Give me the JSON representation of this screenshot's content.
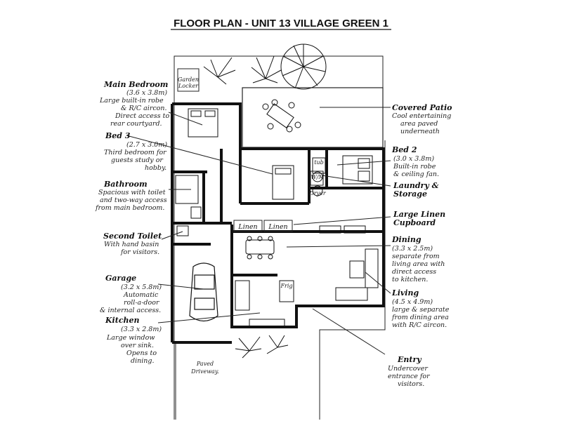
{
  "title": "FLOOR PLAN - UNIT 13 VILLAGE GREEN 1",
  "labels": {
    "main_bedroom": {
      "name": "Main Bedroom",
      "size": "(3.6 x 3.8m)",
      "lines": [
        "Large built-in robe",
        "& R/C aircon.",
        "Direct access to",
        "rear courtyard."
      ]
    },
    "bed3": {
      "name": "Bed 3",
      "size": "(2.7 x 3.0m)",
      "lines": [
        "Third bedroom for",
        "guests study or",
        "hobby."
      ]
    },
    "bathroom": {
      "name": "Bathroom",
      "lines": [
        "Spacious with toilet",
        "and two-way access",
        "from main bedroom."
      ]
    },
    "second_toilet": {
      "name": "Second Toilet",
      "lines": [
        "With hand basin",
        "for visitors."
      ]
    },
    "garage": {
      "name": "Garage",
      "size": "(3.2 x 5.8m)",
      "lines": [
        "Automatic",
        "roll-a-door",
        "& internal access."
      ]
    },
    "kitchen": {
      "name": "Kitchen",
      "size": "(3.3 x 2.8m)",
      "lines": [
        "Large window",
        "over sink.",
        "Opens to",
        "dining."
      ]
    },
    "covered_patio": {
      "name": "Covered Patio",
      "lines": [
        "Cool entertaining",
        "area paved",
        "underneath"
      ]
    },
    "bed2": {
      "name": "Bed 2",
      "size": "(3.0 x 3.8m)",
      "lines": [
        "Built-in robe",
        "& ceiling fan."
      ]
    },
    "laundry": {
      "name": "Laundry &",
      "name2": "Storage"
    },
    "linen_cupboard": {
      "name": "Large Linen",
      "name2": "Cupboard"
    },
    "dining": {
      "name": "Dining",
      "size": "(3.3 x 2.5m)",
      "lines": [
        "separate from",
        "living area with",
        "direct access",
        "to kitchen."
      ]
    },
    "living": {
      "name": "Living",
      "size": "(4.5 x 4.9m)",
      "lines": [
        "large & separate",
        "from dining area",
        "with R/C aircon."
      ]
    },
    "entry": {
      "name": "Entry",
      "lines": [
        "Undercover",
        "entrance for",
        "visitors."
      ]
    }
  },
  "plan_tags": {
    "garden_locker": [
      "Garden",
      "Locker"
    ],
    "linen1": "Linen",
    "linen2": "Linen",
    "fridge": "Frig",
    "tub": "tub",
    "wm": "W/M",
    "dryer": "Dryer",
    "paved_driveway": [
      "Paved",
      "Driveway."
    ]
  }
}
